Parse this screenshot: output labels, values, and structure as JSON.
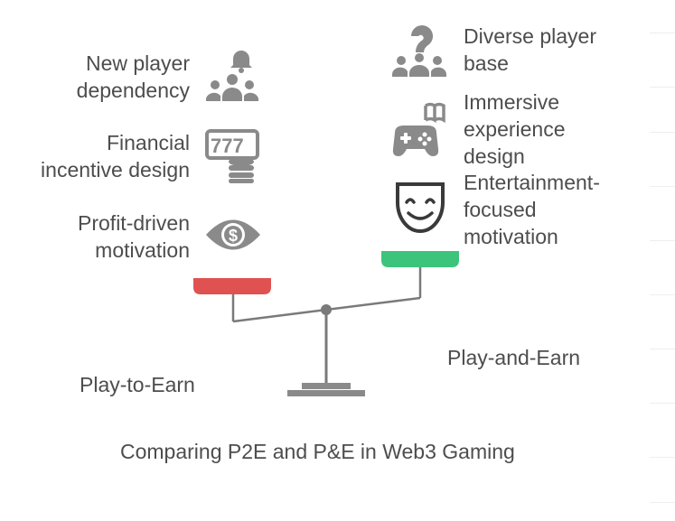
{
  "left_side": {
    "items": [
      {
        "label": "New player\ndependency",
        "icon": "group-bell-icon"
      },
      {
        "label": "Financial\nincentive design",
        "icon": "slot-machine-coins-icon"
      },
      {
        "label": "Profit-driven\nmotivation",
        "icon": "eye-dollar-icon"
      }
    ],
    "title": "Play-to-Earn",
    "pan_color": "#e05252"
  },
  "right_side": {
    "items": [
      {
        "label": "Diverse player\nbase",
        "icon": "group-question-icon"
      },
      {
        "label": "Immersive\nexperience\ndesign",
        "icon": "gamepad-book-icon"
      },
      {
        "label": "Entertainment-\nfocused\nmotivation",
        "icon": "smile-mask-icon"
      }
    ],
    "title": "Play-and-Earn",
    "pan_color": "#3cc47c"
  },
  "caption": "Comparing P2E and P&E in Web3 Gaming",
  "colors": {
    "icon": "#8a8a8a",
    "beam": "#7a7a7a",
    "text": "#4d4d4d"
  }
}
